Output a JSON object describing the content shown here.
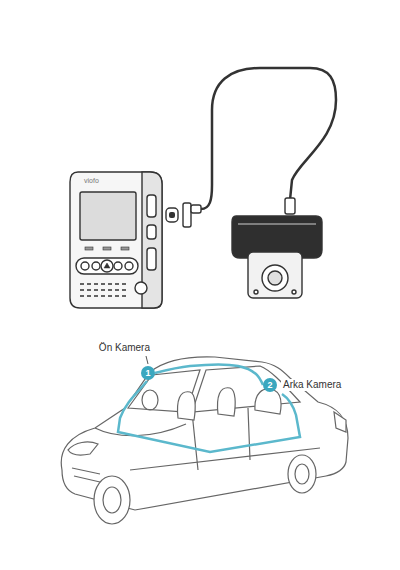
{
  "diagram": {
    "nodes": [
      {
        "text": [
          "Ön Kamera",
          "1"
        ]
      },
      {
        "text": [
          "2",
          "Arka Kamera"
        ]
      }
    ],
    "edges": [
      {
        "from": 0,
        "to": 1,
        "arrow": "none"
      }
    ],
    "labels": [
      "viofo"
    ]
  }
}
